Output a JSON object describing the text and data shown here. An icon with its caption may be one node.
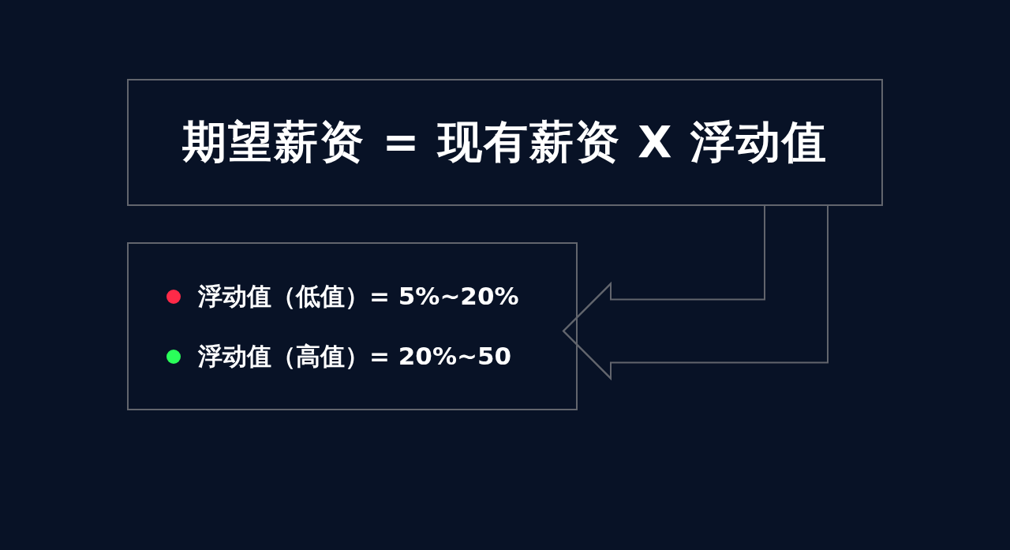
{
  "diagram": {
    "nodes": [
      {
        "text": [
          "期望薪资 = 现有薪资 X 浮动值"
        ]
      },
      {
        "text": [
          "浮动值（低值）= 5%~20%",
          "浮动值（高值）= 20%~50"
        ]
      }
    ],
    "edges": [
      {
        "from": 0,
        "to": 1,
        "arrow": "to"
      }
    ]
  }
}
